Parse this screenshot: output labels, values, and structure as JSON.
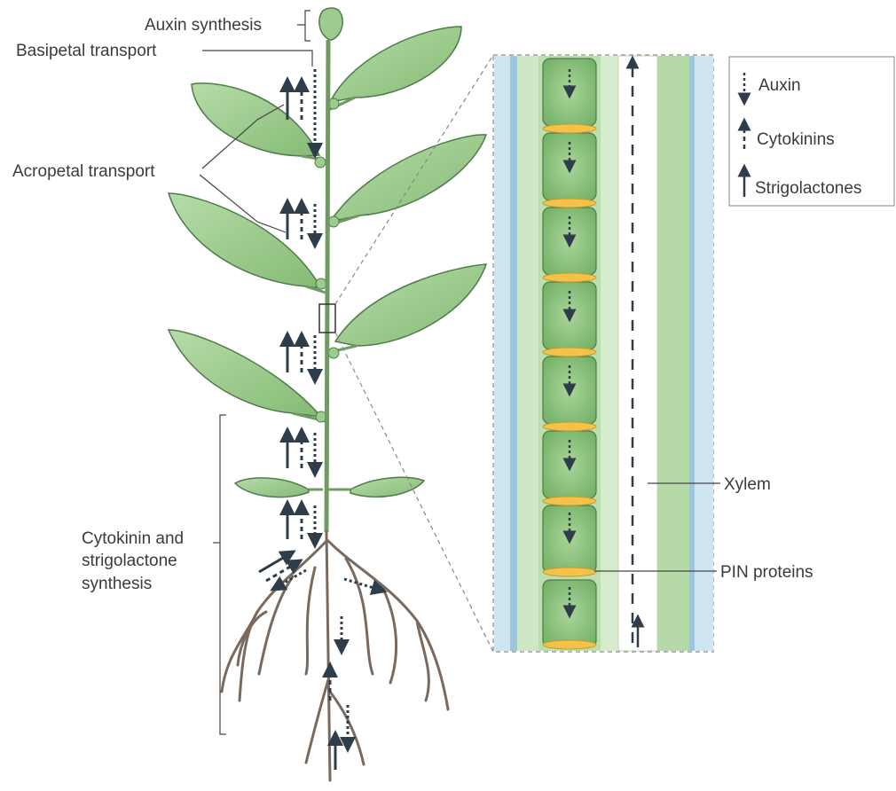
{
  "labels": {
    "auxin_synthesis": "Auxin synthesis",
    "basipetal_transport": "Basipetal transport",
    "acropetal_transport": "Acropetal transport",
    "synthesis_line1": "Cytokinin and",
    "synthesis_line2": "strigolactone",
    "synthesis_line3": "synthesis",
    "xylem": "Xylem",
    "pin_proteins": "PIN proteins"
  },
  "legend": {
    "auxin": "Auxin",
    "cytokinins": "Cytokinins",
    "strigolactones": "Strigolactones"
  },
  "colors": {
    "leaf": "#9ccc8e",
    "leaf_edge": "#4f7a4a",
    "stem": "#6f9a62",
    "root": "#7a6a5e",
    "cell": "#8cc47c",
    "pin": "#f2c24a",
    "xylem_blue": "#cfe6f1",
    "arrow": "#2f3d4b"
  }
}
